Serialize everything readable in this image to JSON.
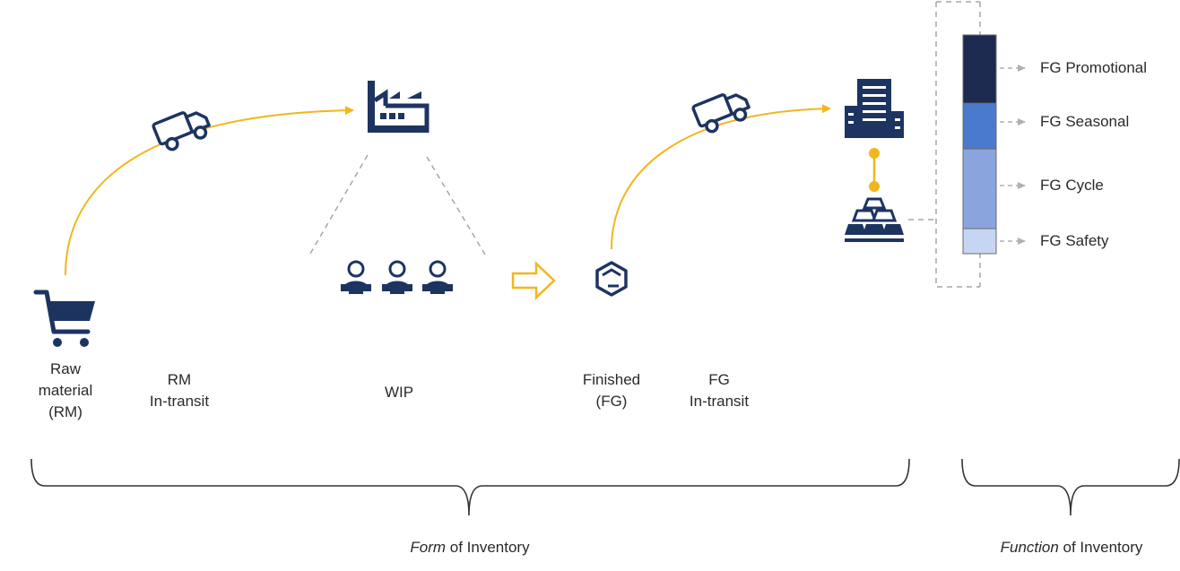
{
  "colors": {
    "navy": "#1d3461",
    "arrow_yellow": "#f2b61d",
    "dash_gray": "#a6a6a6",
    "fg_promotional": "#1b2a4e",
    "fg_seasonal": "#4a7acb",
    "fg_cycle": "#8aa5de",
    "fg_safety": "#c6d5f1"
  },
  "icons": {
    "raw_material": "shopping-cart-icon",
    "rm_transit": "truck-icon",
    "wip_factory": "factory-icon",
    "wip_workers": "worker-icon",
    "finished": "hexagon-box-icon",
    "fg_transit": "truck-icon",
    "warehouse": "office-building-icon",
    "stock": "stacked-bars-icon",
    "step_arrow": "outline-right-arrow-icon"
  },
  "stages": {
    "raw_material": [
      "Raw",
      "material",
      "(RM)"
    ],
    "rm_transit": [
      "RM",
      "In-transit"
    ],
    "wip": [
      "WIP"
    ],
    "finished": [
      "Finished",
      "(FG)"
    ],
    "fg_transit": [
      "FG",
      "In-transit"
    ]
  },
  "function_stack": {
    "segments": [
      {
        "label": "FG Promotional",
        "share": 0.3
      },
      {
        "label": "FG Seasonal",
        "share": 0.2
      },
      {
        "label": "FG Cycle",
        "share": 0.35
      },
      {
        "label": "FG Safety",
        "share": 0.11
      }
    ]
  },
  "footer": {
    "form_emph": "Form",
    "form_rest": " of Inventory",
    "function_emph": "Function",
    "function_rest": " of Inventory"
  }
}
